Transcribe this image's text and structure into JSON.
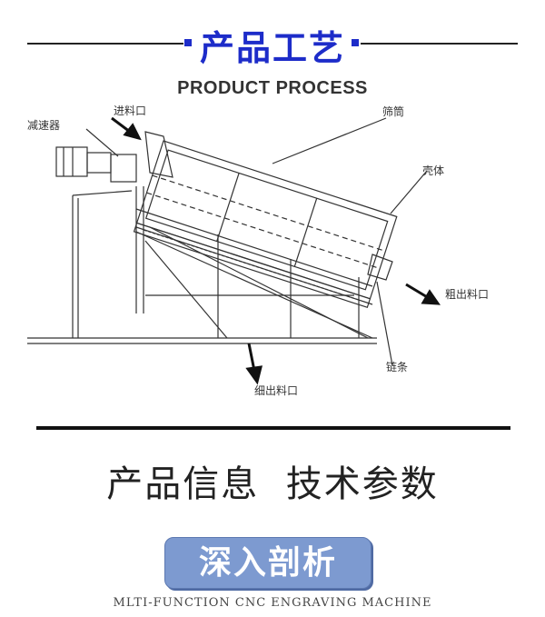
{
  "header": {
    "title": "产品工艺",
    "subtitle": "PRODUCT PROCESS",
    "accent_color": "#1d2cc9"
  },
  "diagram": {
    "labels": {
      "reducer": "减速器",
      "inlet": "进料口",
      "screen_drum": "筛筒",
      "housing": "壳体",
      "coarse_outlet": "粗出料口",
      "chain": "链条",
      "fine_outlet": "细出料口"
    }
  },
  "info": {
    "title": "产品信息  技术参数",
    "badge": "深入剖析",
    "badge_color": "#7d9ad0",
    "footer": "MLTI-FUNCTION CNC ENGRAVING MACHINE"
  }
}
